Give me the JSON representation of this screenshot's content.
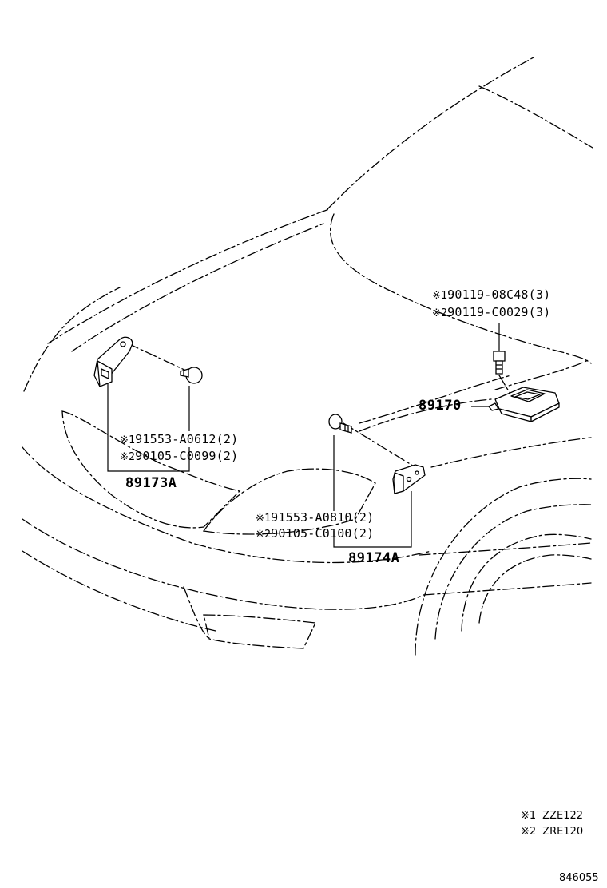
{
  "legend": [
    {
      "mark": "※1",
      "code": "ZZE122"
    },
    {
      "mark": "※2",
      "code": "ZRE120"
    }
  ],
  "diagram_code": "846055",
  "callouts": {
    "top_right": {
      "line1": {
        "mark": "※1",
        "text": "90119-08C48(3)"
      },
      "line2": {
        "mark": "※2",
        "text": "90119-C0029(3)"
      }
    },
    "left": {
      "line1": {
        "mark": "※1",
        "text": "91553-A0612(2)"
      },
      "line2": {
        "mark": "※2",
        "text": "90105-C0099(2)"
      }
    },
    "center": {
      "line1": {
        "mark": "※1",
        "text": "91553-A0810(2)"
      },
      "line2": {
        "mark": "※2",
        "text": "90105-C0100(2)"
      }
    }
  },
  "parts": {
    "p1": "89170",
    "p2": "89173A",
    "p3": "89174A"
  }
}
